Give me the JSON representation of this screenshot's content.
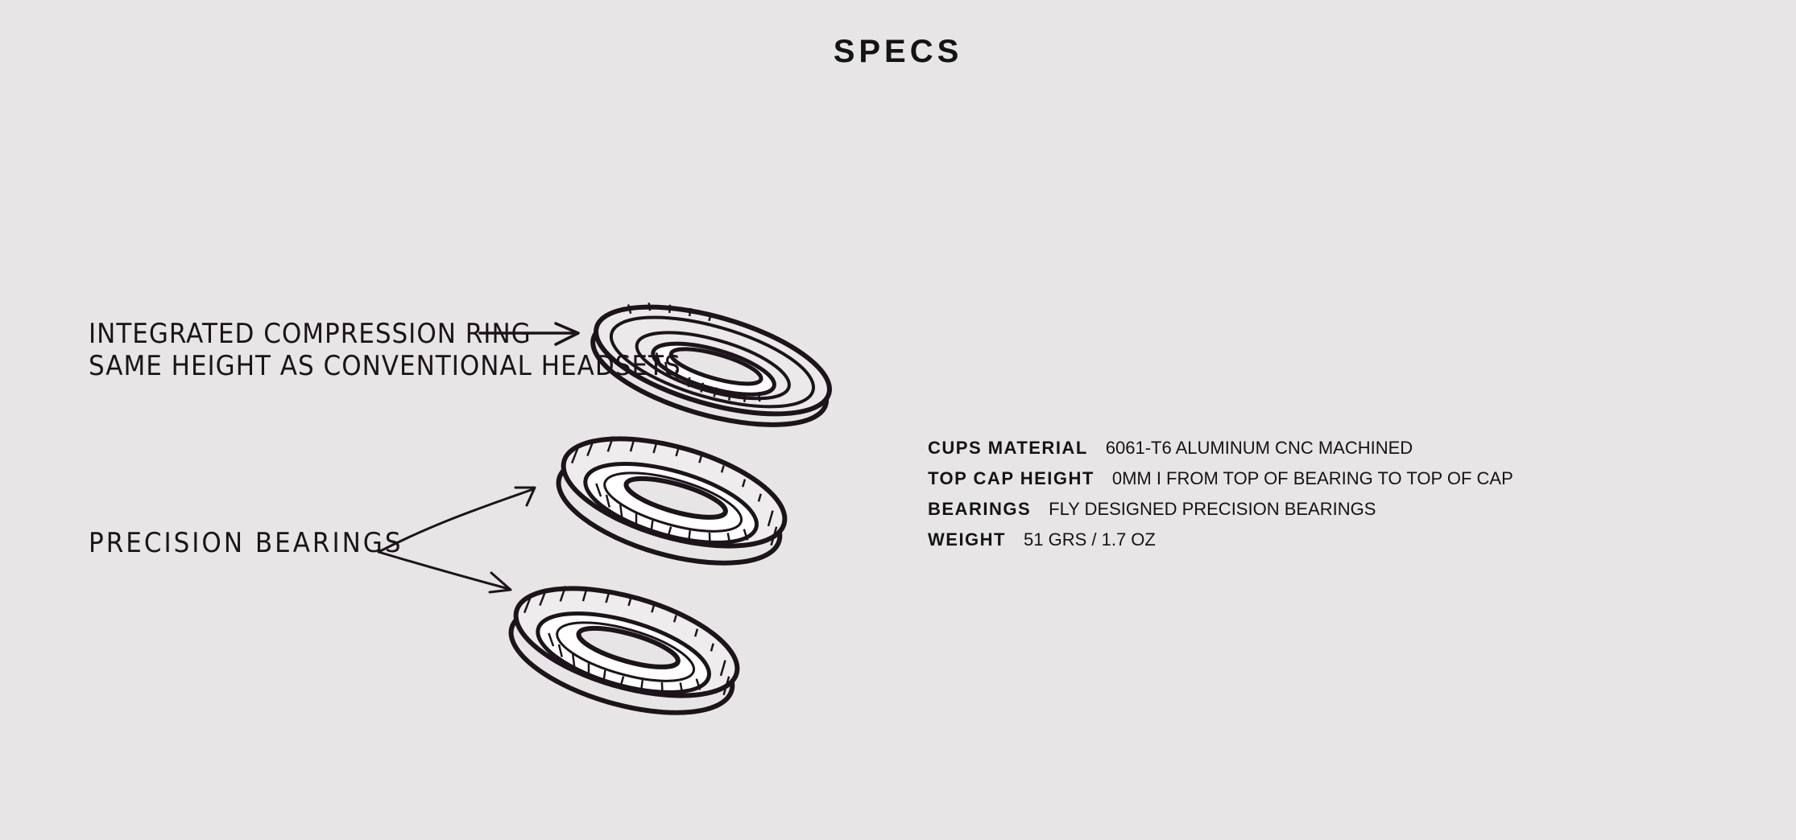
{
  "page": {
    "title": "SPECS"
  },
  "illustration": {
    "labels": {
      "compression_ring_line1": "INTEGRATED COMPRESSION RING",
      "compression_ring_line2": "SAME HEIGHT AS CONVENTIONAL HEADSETS",
      "precision_bearings": "PRECISION BEARINGS"
    },
    "ink_color": "#1c141a"
  },
  "specs": [
    {
      "key": "CUPS MATERIAL",
      "value": "6061-T6 ALUMINUM CNC MACHINED"
    },
    {
      "key": "TOP CAP HEIGHT",
      "value": "0MM I FROM TOP OF BEARING TO TOP OF CAP"
    },
    {
      "key": "BEARINGS",
      "value": "FLY DESIGNED PRECISION BEARINGS"
    },
    {
      "key": "WEIGHT",
      "value": "51 GRS / 1.7 OZ"
    }
  ],
  "colors": {
    "background": "#e7e5e6",
    "text": "#141414"
  }
}
